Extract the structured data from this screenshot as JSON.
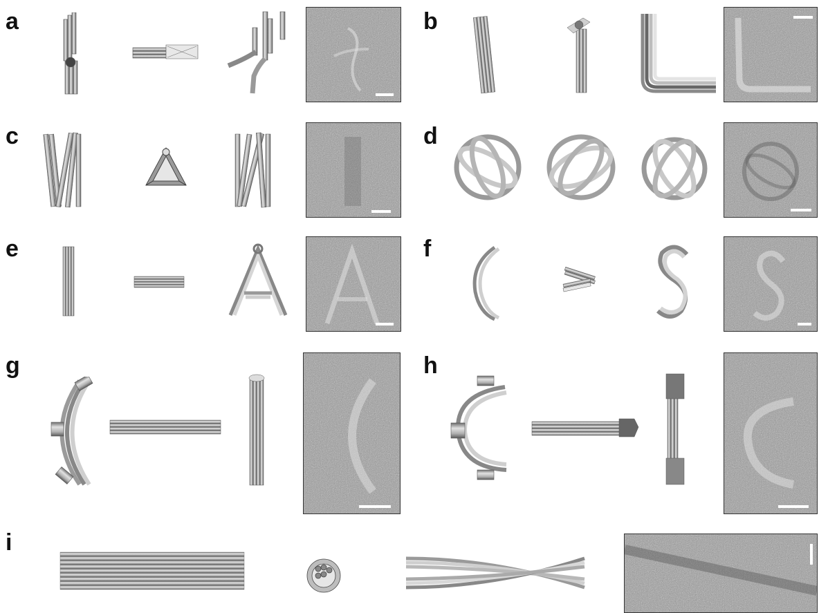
{
  "panels": [
    {
      "id": "a",
      "label": "a"
    },
    {
      "id": "b",
      "label": "b"
    },
    {
      "id": "c",
      "label": "c"
    },
    {
      "id": "d",
      "label": "d"
    },
    {
      "id": "e",
      "label": "e"
    },
    {
      "id": "f",
      "label": "f"
    },
    {
      "id": "g",
      "label": "g"
    },
    {
      "id": "h",
      "label": "h"
    },
    {
      "id": "i",
      "label": "i"
    }
  ],
  "colors": {
    "bundle_light": "#d9d9d9",
    "bundle_mid": "#a8a8a8",
    "bundle_dark": "#555555",
    "tem_bg": "#8f8f8f"
  }
}
